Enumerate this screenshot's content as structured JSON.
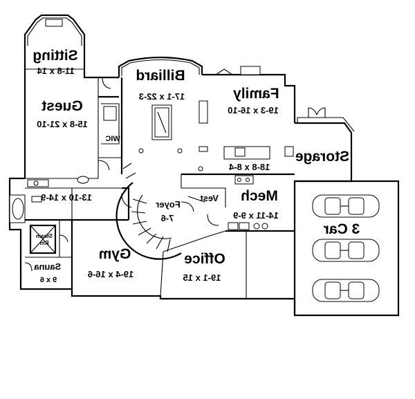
{
  "rooms": {
    "sitting": {
      "name": "Sitting",
      "dims": "11-8 x 14"
    },
    "guest": {
      "name": "Guest",
      "dims": "15-8 x 21-10"
    },
    "billiard": {
      "name": "Billiard",
      "dims": "17-1 x 22-3"
    },
    "family": {
      "name": "Family",
      "dims": "19-3 x 16-10"
    },
    "kitchen": {
      "dims": "18-8 x 8-4"
    },
    "storage": {
      "name": "Storage"
    },
    "wic": {
      "name": "WIC"
    },
    "bath": {
      "dims": "13-10 x 14-9"
    },
    "foyer": {
      "name": "Foyer",
      "dims": "7-6"
    },
    "vest": {
      "name": "Vest"
    },
    "mech": {
      "name": "Mech",
      "dims": "14-11 x 9-9"
    },
    "garage": {
      "name": "3 Car"
    },
    "steam": {
      "name": "Steam",
      "sub": "Rm"
    },
    "sauna": {
      "name": "Sauna",
      "dims": "9 x 6"
    },
    "gym": {
      "name": "Gym",
      "dims": "19-4 x 16-6"
    },
    "office": {
      "name": "Office",
      "dims": "19-1 x 15"
    }
  }
}
